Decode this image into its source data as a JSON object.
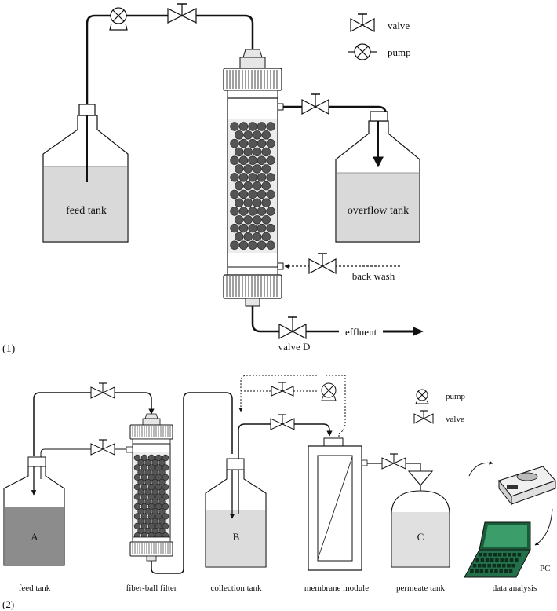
{
  "part1": {
    "label": "(1)",
    "legend": {
      "valve": "valve",
      "pump": "pump"
    },
    "feed_tank": "feed tank",
    "overflow_tank": "overflow tank",
    "back_wash": "back wash",
    "valve_d": "valve D",
    "effluent": "effluent"
  },
  "part2": {
    "label": "(2)",
    "legend": {
      "pump": "pump",
      "valve": "valve"
    },
    "tank_a": "A",
    "tank_b": "B",
    "tank_c": "C",
    "pc": "PC",
    "captions": {
      "feed_tank": "feed tank",
      "fiber_ball_filter": "fiber-ball filter",
      "collection_tank": "collection tank",
      "membrane_module": "membrane module",
      "permeate_tank": "permeate tank",
      "data_analysis": "data analysis"
    }
  }
}
